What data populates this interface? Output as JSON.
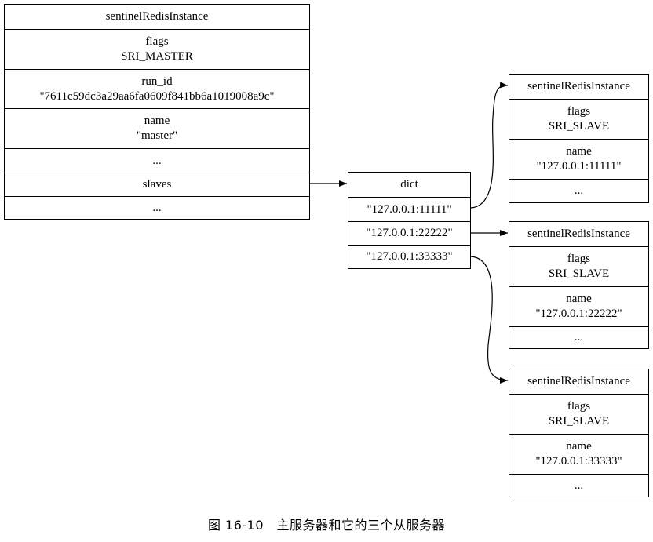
{
  "master": {
    "title": "sentinelRedisInstance",
    "fields": [
      {
        "label": "flags",
        "value": "SRI_MASTER"
      },
      {
        "label": "run_id",
        "value": "\"7611c59dc3a29aa6fa0609f841bb6a1019008a9c\""
      },
      {
        "label": "name",
        "value": "\"master\""
      },
      {
        "label": "...",
        "value": ""
      },
      {
        "label": "slaves",
        "value": ""
      },
      {
        "label": "...",
        "value": ""
      }
    ]
  },
  "dict": {
    "title": "dict",
    "keys": [
      "\"127.0.0.1:11111\"",
      "\"127.0.0.1:22222\"",
      "\"127.0.0.1:33333\""
    ]
  },
  "slaves": [
    {
      "title": "sentinelRedisInstance",
      "flags_label": "flags",
      "flags_value": "SRI_SLAVE",
      "name_label": "name",
      "name_value": "\"127.0.0.1:11111\"",
      "more": "..."
    },
    {
      "title": "sentinelRedisInstance",
      "flags_label": "flags",
      "flags_value": "SRI_SLAVE",
      "name_label": "name",
      "name_value": "\"127.0.0.1:22222\"",
      "more": "..."
    },
    {
      "title": "sentinelRedisInstance",
      "flags_label": "flags",
      "flags_value": "SRI_SLAVE",
      "name_label": "name",
      "name_value": "\"127.0.0.1:33333\"",
      "more": "..."
    }
  ],
  "caption": "图 16-10　主服务器和它的三个从服务器"
}
